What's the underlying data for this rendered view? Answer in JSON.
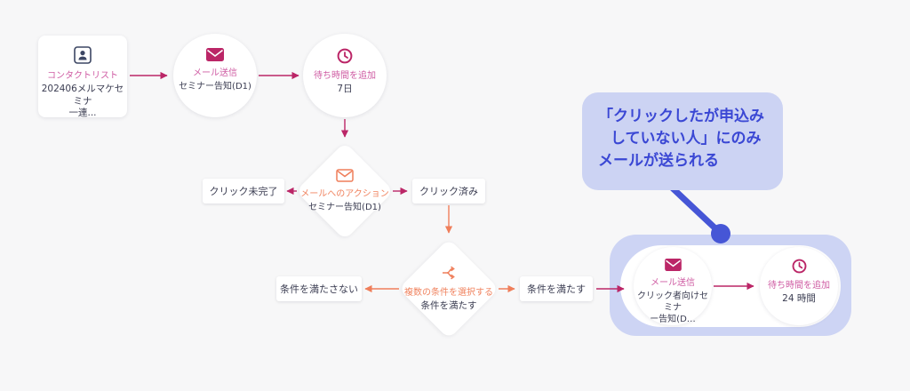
{
  "colors": {
    "background": "#f7f7f8",
    "arrow_magenta": "#bb2667",
    "arrow_orange": "#ef7e5a",
    "label_pink": "#cf5ca3",
    "label_orange": "#f0835f",
    "text_dark": "#3b3d52",
    "annotation_blue": "#3a47d4",
    "annotation_bg": "#ccd3f3",
    "highlight_group_bg": "#cdd4f4"
  },
  "icons": {
    "contact": "contact-card-icon",
    "email_filled": "envelope-icon",
    "wait": "clock-icon",
    "email_action": "envelope-outline-icon",
    "condition": "branch-split-icon"
  },
  "contact_card": {
    "type": "コンタクトリスト",
    "name_line1": "202406メルマケセミナ",
    "name_line2": "一連..."
  },
  "email_send_1": {
    "type": "メール送信",
    "name": "セミナー告知(D1)"
  },
  "wait_1": {
    "type": "待ち時間を追加",
    "duration": "7日"
  },
  "email_action": {
    "type": "メールへのアクション",
    "name": "セミナー告知(D1)"
  },
  "branch_click_no": {
    "label": "クリック未完了"
  },
  "branch_click_yes": {
    "label": "クリック済み"
  },
  "condition": {
    "type": "複数の条件を選択する",
    "name": "条件を満たす"
  },
  "branch_cond_no": {
    "label": "条件を満たさない"
  },
  "branch_cond_yes": {
    "label": "条件を満たす"
  },
  "email_send_2": {
    "type": "メール送信",
    "name_line1": "クリック者向けセミナ",
    "name_line2": "ー告知(D…"
  },
  "wait_2": {
    "type": "待ち時間を追加",
    "duration": "24 時間"
  },
  "callout": {
    "line1": "「クリックしたが申込み",
    "line2": "していない人」にのみ",
    "line3": "メールが送られる"
  }
}
